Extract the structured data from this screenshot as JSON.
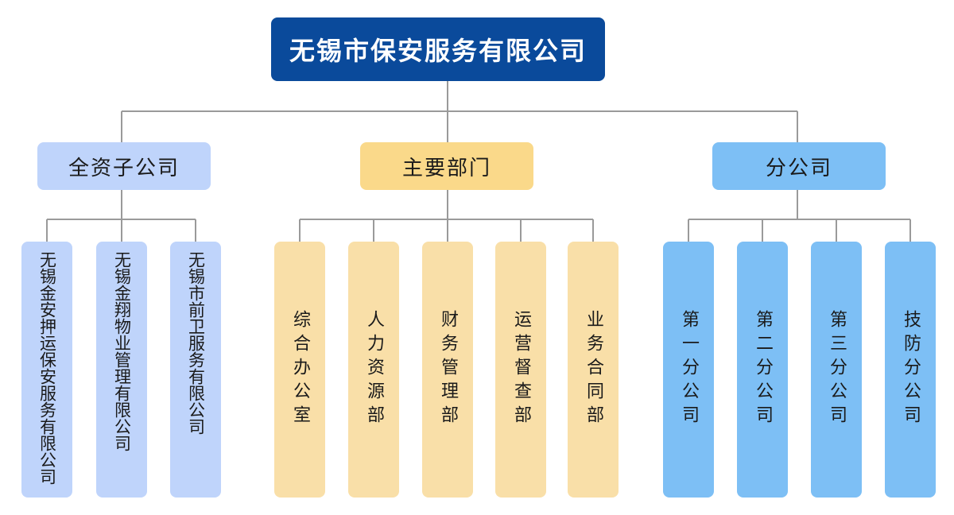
{
  "root": {
    "label": "无锡市保安服务有限公司",
    "color": "#0a4a9b"
  },
  "categories": [
    {
      "label": "全资子公司",
      "color": "#bfd4fb",
      "children": [
        "无锡金安押运保安服务有限公司",
        "无锡金翔物业管理有限公司",
        "无锡市前卫服务有限公司"
      ]
    },
    {
      "label": "主要部门",
      "color": "#fad98a",
      "children": [
        "综合办公室",
        "人力资源部",
        "财务管理部",
        "运营督查部",
        "业务合同部"
      ]
    },
    {
      "label": "分公司",
      "color": "#7dbff5",
      "children": [
        "第一分公司",
        "第二分公司",
        "第三分公司",
        "技防分公司"
      ]
    }
  ],
  "line_color": "#9a9a9a"
}
